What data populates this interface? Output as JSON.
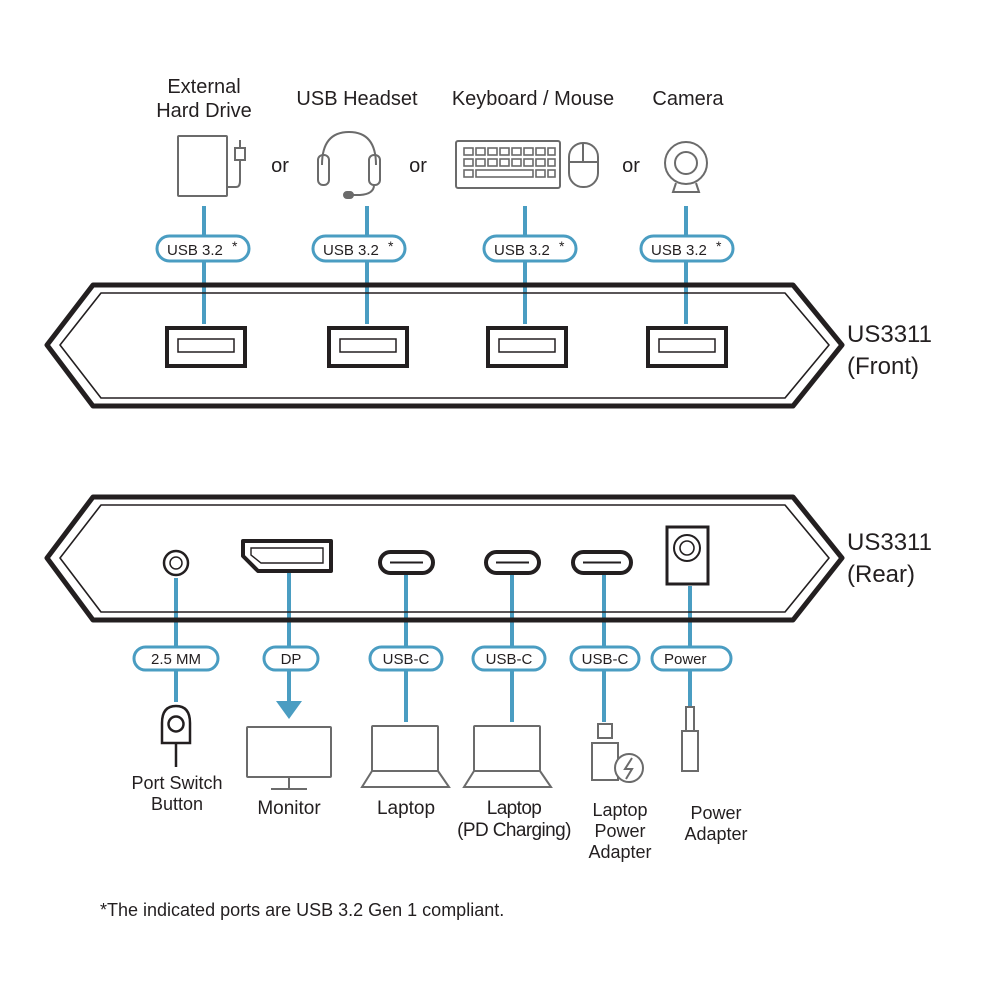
{
  "colors": {
    "connector": "#4a9dc2",
    "outline": "#231f20",
    "icon": "#6b6b6b",
    "pill_fill": "#ffffff"
  },
  "front": {
    "device_label": "US3311\n(Front)",
    "separator": "or",
    "devices": [
      {
        "label": "External\nHard Drive",
        "icon": "hard-drive-icon",
        "port": "USB 3.2",
        "marker": "*"
      },
      {
        "label": "USB Headset",
        "icon": "headset-icon",
        "port": "USB 3.2",
        "marker": "*"
      },
      {
        "label": "Keyboard / Mouse",
        "icon": "keyboard-mouse-icon",
        "port": "USB 3.2",
        "marker": "*"
      },
      {
        "label": "Camera",
        "icon": "camera-icon",
        "port": "USB 3.2",
        "marker": "*"
      }
    ]
  },
  "rear": {
    "device_label": "US3311\n(Rear)",
    "ports": [
      {
        "port": "2.5 MM",
        "device": "Port Switch\nButton",
        "icon": "port-switch-button-icon"
      },
      {
        "port": "DP",
        "device": "Monitor",
        "icon": "monitor-icon"
      },
      {
        "port": "USB-C",
        "device": "Laptop",
        "icon": "laptop-icon"
      },
      {
        "port": "USB-C",
        "device": "Laptop\n(PD Charging)",
        "icon": "laptop-icon"
      },
      {
        "port": "USB-C",
        "device": "Laptop\nPower\nAdapter",
        "icon": "power-adapter-icon"
      },
      {
        "port": "Power",
        "device": "Power\nAdapter",
        "icon": "dc-plug-icon"
      }
    ]
  },
  "footnote": "*The indicated ports are USB 3.2 Gen 1 compliant."
}
